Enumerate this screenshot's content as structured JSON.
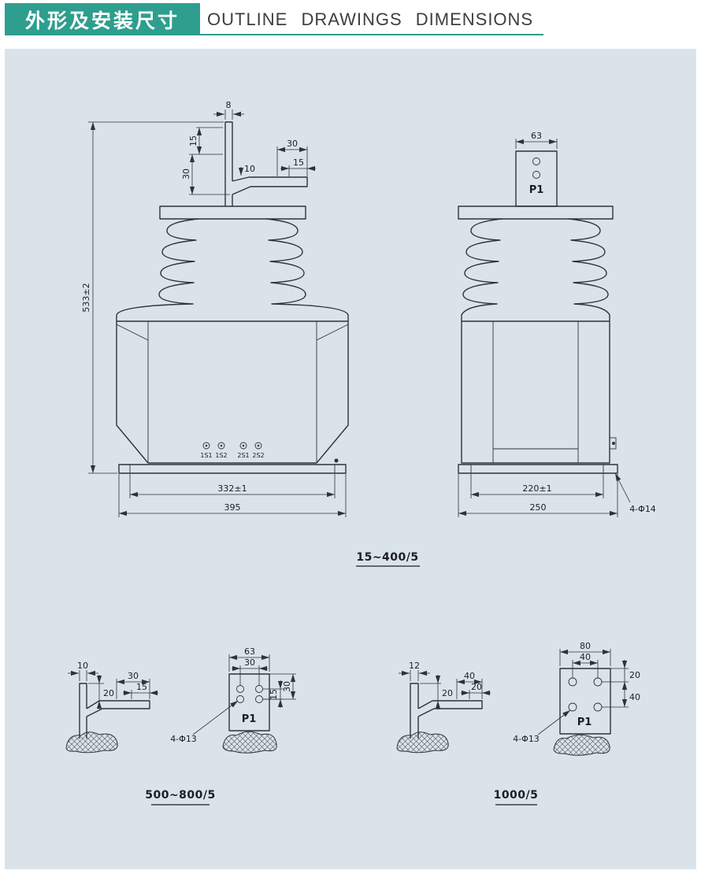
{
  "header": {
    "title_zh": "外形及安装尺寸",
    "title_en": "OUTLINE DRAWINGS DIMENSIONS",
    "accent": "#2e9e8e",
    "canvas_bg": "#dbe3ea"
  },
  "front_view": {
    "blade_width": "8",
    "blade_seg1": "15",
    "blade_seg2": "30",
    "arm_thickness": "10",
    "arm_span": "30",
    "arm_end": "15",
    "total_height": "533±2",
    "hole_span": "332±1",
    "base_width": "395",
    "terminals": [
      "1S1",
      "1S2",
      "2S1",
      "2S2"
    ]
  },
  "side_view": {
    "tab_width": "63",
    "tab_label": "P1",
    "hole_span": "220±1",
    "base_width": "250",
    "mount_holes": "4-Φ14"
  },
  "range_top": "15~400/5",
  "detail_500_800": {
    "label": "500~800/5",
    "blade": {
      "width": "10",
      "drop": "20",
      "span": "30",
      "end": "15"
    },
    "plate": {
      "width": "63",
      "hole_span_x": "30",
      "hole_span_y": "15",
      "edge_span_y": "30",
      "label": "P1",
      "holes": "4-Φ13"
    }
  },
  "detail_1000": {
    "label": "1000/5",
    "blade": {
      "width": "12",
      "drop": "20",
      "span": "40",
      "end": "20"
    },
    "plate": {
      "width": "80",
      "hole_span_x": "40",
      "edge_span_y": "20",
      "hole_span_y": "40",
      "label": "P1",
      "holes": "4-Φ13"
    }
  }
}
